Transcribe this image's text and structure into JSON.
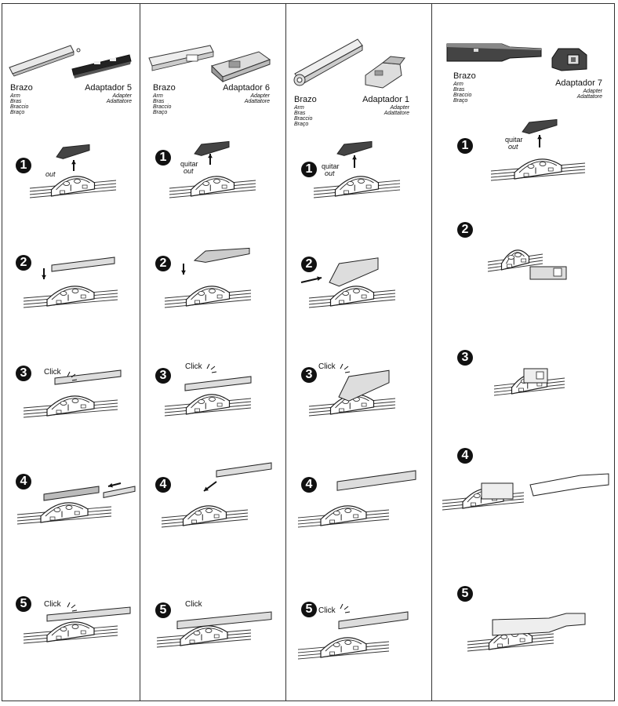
{
  "columns": [
    {
      "arm_title": "Brazo",
      "arm_translations": [
        "Arm",
        "Bras",
        "Braccio",
        "Braço"
      ],
      "adapter_title": "Adaptador 5",
      "adapter_translations": [
        "Adapter",
        "Adattatore"
      ],
      "step1_word": "out",
      "click_label": "Click"
    },
    {
      "arm_title": "Brazo",
      "arm_translations": [
        "Arm",
        "Bras",
        "Braccio",
        "Braço"
      ],
      "adapter_title": "Adaptador 6",
      "adapter_translations": [
        "Adapter",
        "Adattatore"
      ],
      "step1_words": [
        "quitar",
        "out"
      ],
      "click_label": "Click"
    },
    {
      "arm_title": "Brazo",
      "arm_translations": [
        "Arm",
        "Bras",
        "Braccio",
        "Braço"
      ],
      "adapter_title": "Adaptador 1",
      "adapter_translations": [
        "Adapter",
        "Adattatore"
      ],
      "step1_words": [
        "quitar",
        "out"
      ],
      "click_label": "Click"
    },
    {
      "arm_title": "Brazo",
      "arm_translations": [
        "Arm",
        "Bras",
        "Braccio",
        "Braço"
      ],
      "adapter_title": "Adaptador 7",
      "adapter_translations": [
        "Adapter",
        "Adattatore"
      ],
      "step1_words": [
        "quitar",
        "out"
      ]
    }
  ],
  "step_numbers": [
    "1",
    "2",
    "3",
    "4",
    "5"
  ]
}
